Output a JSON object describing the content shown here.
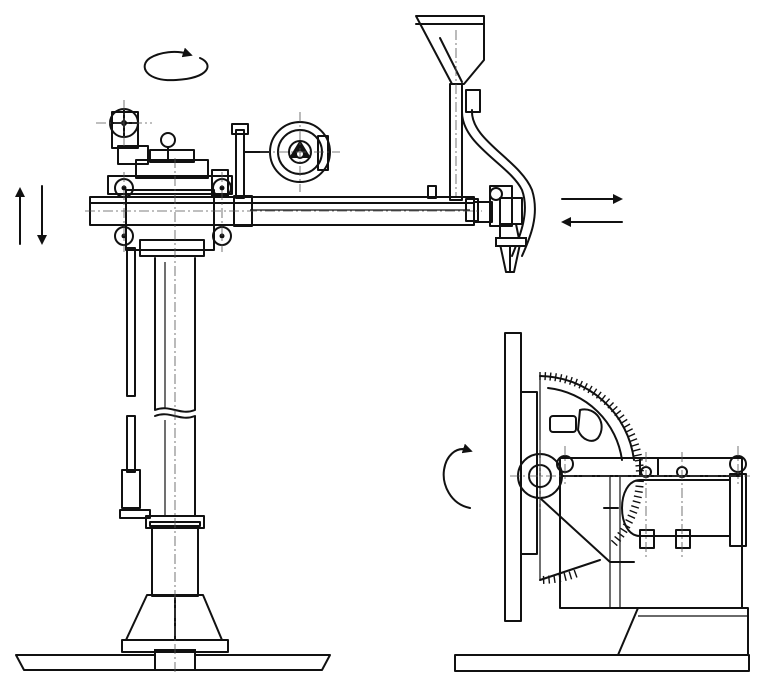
{
  "diagram": {
    "labels": [],
    "colors": {
      "line": "#111111",
      "background": "#ffffff",
      "centerline": "#555555"
    },
    "parts": [
      "column-boom-manipulator",
      "welding-torch-head",
      "flux-hopper",
      "wire-reel",
      "welding-positioner"
    ],
    "motion_indicators": [
      "rotate-arrow-icon",
      "vertical-updown-arrows-icon",
      "horizontal-inout-arrows-icon",
      "tilt-rotate-arrow-icon"
    ]
  }
}
